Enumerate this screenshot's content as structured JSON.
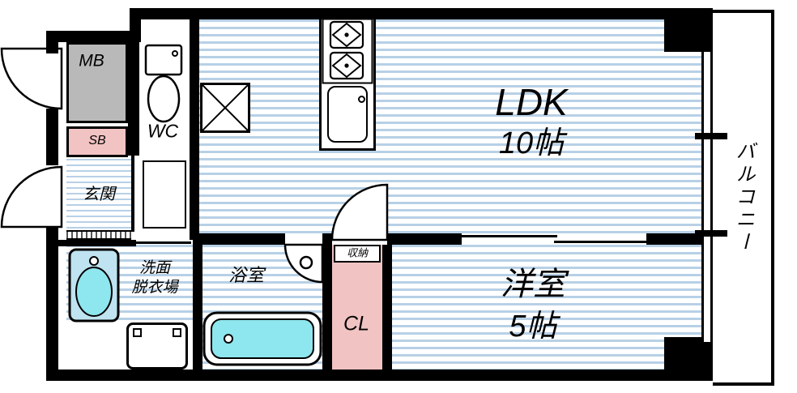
{
  "colors": {
    "wall": "#000000",
    "floor_stripe": "#b7d0e6",
    "accent_pink": "#f2c3c3",
    "meter_box_gray": "#b9b9b9",
    "water_aqua": "#8ee6ee",
    "basin_blue": "#bfe3f0"
  },
  "rooms": {
    "ldk": {
      "label": "LDK",
      "size": "10帖"
    },
    "bedroom": {
      "label": "洋室",
      "size": "5帖"
    },
    "balcony": {
      "label": "バルコニー"
    },
    "entrance": {
      "label": "玄関"
    },
    "toilet": {
      "label": "WC"
    },
    "meter_box": {
      "label": "MB"
    },
    "shoe_box": {
      "label": "SB"
    },
    "washroom": {
      "label_line1": "洗面",
      "label_line2": "脱衣場"
    },
    "bathroom": {
      "label": "浴室"
    },
    "closet": {
      "label": "CL"
    },
    "storage": {
      "label": "収納"
    }
  }
}
